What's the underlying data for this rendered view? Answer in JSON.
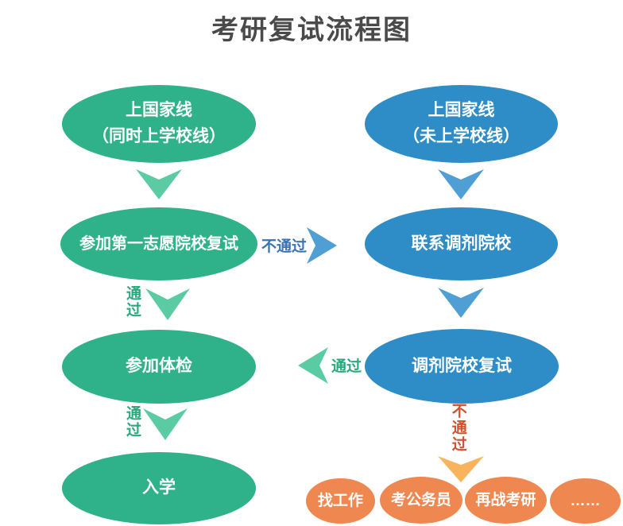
{
  "title": "考研复试流程图",
  "colors": {
    "green_node": "#2fb289",
    "blue_node": "#2e8dc6",
    "orange_node": "#ef8850",
    "green_arrow": "#5bcba4",
    "blue_arrow": "#4f9fd5",
    "orange_arrow": "#f8b45c",
    "green_label": "#2aa87e",
    "blue_label": "#3b74b2",
    "red_label": "#d0512d",
    "title_color": "#4a4a4a"
  },
  "nodes": {
    "left1": {
      "line1": "上国家线",
      "line2": "（同时上学校线）"
    },
    "left2": {
      "label": "参加第一志愿院校复试"
    },
    "left3": {
      "label": "参加体检"
    },
    "left4": {
      "label": "入学"
    },
    "right1": {
      "line1": "上国家线",
      "line2": "（未上学校线）"
    },
    "right2": {
      "label": "联系调剂院校"
    },
    "right3": {
      "label": "调剂院校复试"
    }
  },
  "edge_labels": {
    "left2_pass": "通过",
    "left3_pass": "通过",
    "left2_fail": "不通过",
    "right3_pass": "通过",
    "right3_fail": "不通过"
  },
  "outcomes": [
    "找工作",
    "考公务员",
    "再战考研",
    "……"
  ]
}
